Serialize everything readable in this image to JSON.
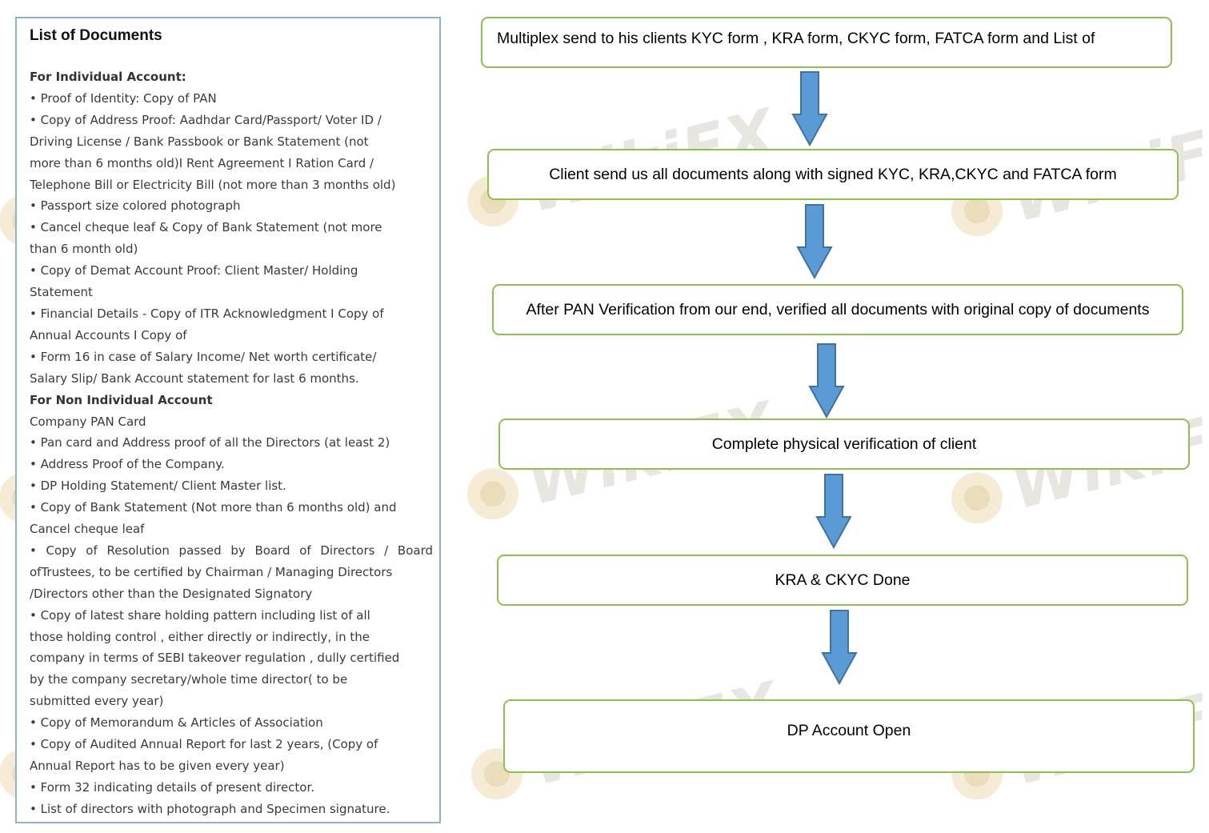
{
  "watermark": {
    "text": "WikiFX"
  },
  "documents": {
    "title": "List of Documents",
    "lines": [
      {
        "text": "For Individual Account:",
        "style": "hdr"
      },
      {
        "text": "• Proof of Identity: Copy of PAN",
        "style": ""
      },
      {
        "text": "• Copy of Address Proof: Aadhdar Card/Passport/ Voter ID /",
        "style": ""
      },
      {
        "text": "Driving License / Bank Passbook or Bank Statement (not",
        "style": ""
      },
      {
        "text": "more than 6 months old)I Rent Agreement I Ration Card /",
        "style": ""
      },
      {
        "text": "Telephone Bill or Electricity Bill (not more than 3 months old)",
        "style": ""
      },
      {
        "text": "• Passport size colored photograph",
        "style": ""
      },
      {
        "text": "• Cancel cheque leaf & Copy of Bank Statement (not more",
        "style": ""
      },
      {
        "text": "than 6 month old)",
        "style": ""
      },
      {
        "text": "• Copy of Demat Account Proof: Client Master/ Holding",
        "style": ""
      },
      {
        "text": "Statement",
        "style": ""
      },
      {
        "text": "• Financial Details - Copy of ITR Acknowledgment I Copy of",
        "style": ""
      },
      {
        "text": "Annual Accounts I Copy of",
        "style": ""
      },
      {
        "text": "• Form 16 in case of Salary Income/ Net worth certificate/",
        "style": ""
      },
      {
        "text": "Salary Slip/ Bank Account statement for last 6 months.",
        "style": ""
      },
      {
        "text": "For Non Individual Account",
        "style": "hdr"
      },
      {
        "text": "Company PAN Card",
        "style": ""
      },
      {
        "text": "• Pan card and Address proof of all the Directors (at least 2)",
        "style": ""
      },
      {
        "text": "• Address Proof of the Company.",
        "style": ""
      },
      {
        "text": "• DP Holding Statement/ Client Master list.",
        "style": ""
      },
      {
        "text": "• Copy of Bank Statement (Not more than 6 months old) and",
        "style": ""
      },
      {
        "text": "Cancel cheque leaf",
        "style": ""
      },
      {
        "text": "• Copy of Resolution passed by Board of Directors / Board",
        "style": "just"
      },
      {
        "text": "ofTrustees, to be certified by Chairman / Managing Directors",
        "style": ""
      },
      {
        "text": "/Directors other than the Designated Signatory",
        "style": ""
      },
      {
        "text": "• Copy of latest share holding pattern including list of all",
        "style": ""
      },
      {
        "text": "those holding control , either directly or indirectly, in the",
        "style": ""
      },
      {
        "text": "company in terms of SEBI takeover regulation , dully certified",
        "style": ""
      },
      {
        "text": "by the company secretary/whole time director( to be",
        "style": ""
      },
      {
        "text": "submitted every year)",
        "style": ""
      },
      {
        "text": "• Copy of Memorandum & Articles of Association",
        "style": ""
      },
      {
        "text": "• Copy of Audited Annual Report for last 2 years, (Copy of",
        "style": ""
      },
      {
        "text": "Annual Report has to be given every year)",
        "style": ""
      },
      {
        "text": "• Form 32 indicating details of present director.",
        "style": ""
      },
      {
        "text": "• List of directors with photograph and Specimen signature.",
        "style": ""
      }
    ]
  },
  "flow": {
    "steps": [
      {
        "text": "Multiplex send to his clients KYC form , KRA form, CKYC form, FATCA form and List of"
      },
      {
        "text": "Client send us all documents along with signed KYC, KRA,CKYC and FATCA form"
      },
      {
        "text": "After PAN Verification from our end, verified all documents with original copy of documents"
      },
      {
        "text": "Complete physical verification of client"
      },
      {
        "text": "KRA & CKYC Done"
      },
      {
        "text": "DP Account Open"
      }
    ]
  },
  "colors": {
    "box_border": "#8dc04f",
    "panel_border": "#8fb1d6",
    "arrow_fill": "#5b9bd5",
    "arrow_stroke": "#41719c"
  }
}
